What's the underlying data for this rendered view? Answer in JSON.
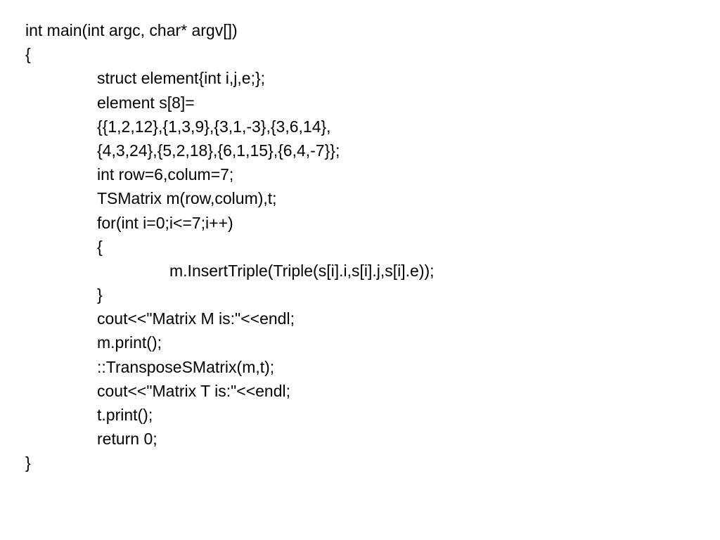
{
  "code": {
    "lines": [
      "int main(int argc, char* argv[])",
      "{",
      "struct element{int i,j,e;};",
      "element s[8]=",
      "{{1,2,12},{1,3,9},{3,1,-3},{3,6,14},",
      "{4,3,24},{5,2,18},{6,1,15},{6,4,-7}};",
      "int row=6,colum=7;",
      "TSMatrix m(row,colum),t;",
      "for(int i=0;i<=7;i++)",
      "{",
      "m.InsertTriple(Triple(s[i].i,s[i].j,s[i].e));",
      "}",
      "cout<<\"Matrix M is:\"<<endl;",
      "m.print();",
      "::TransposeSMatrix(m,t);",
      "cout<<\"Matrix T is:\"<<endl;",
      "t.print();",
      "return 0;",
      "}"
    ]
  }
}
